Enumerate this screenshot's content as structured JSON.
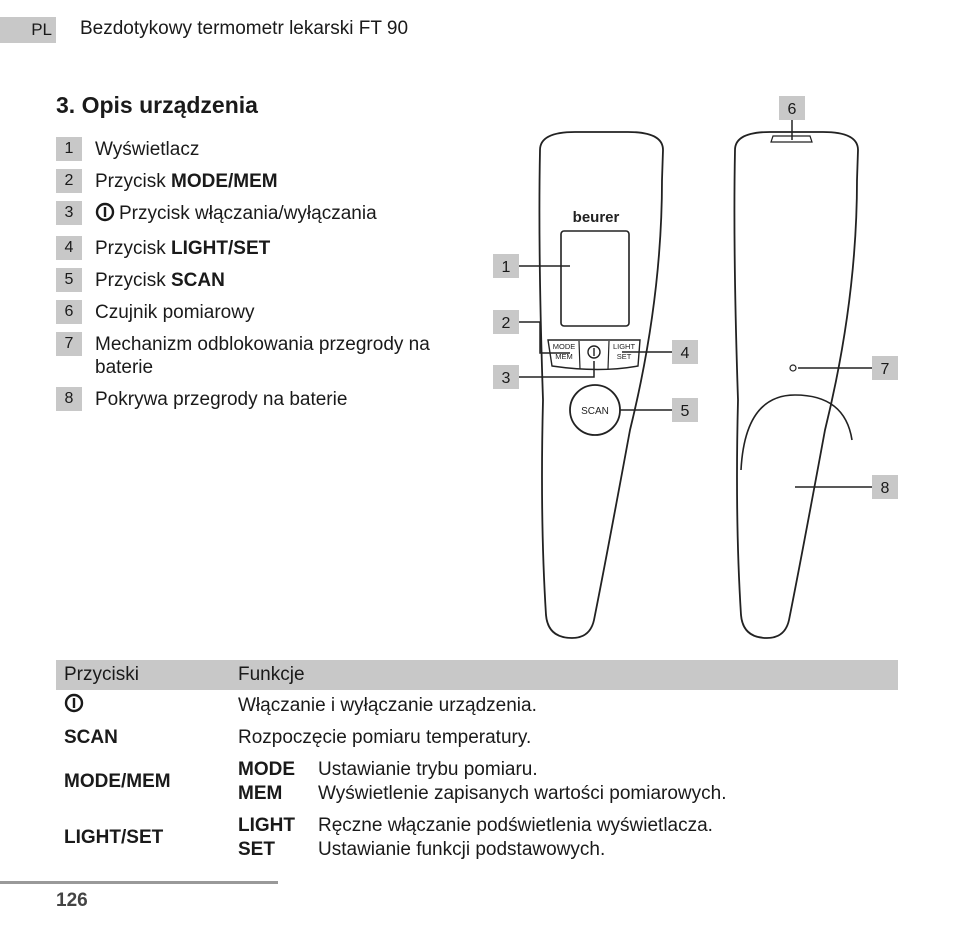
{
  "header": {
    "lang": "PL",
    "title": "Bezdotykowy termometr lekarski FT 90"
  },
  "section": {
    "title": "3. Opis urządzenia"
  },
  "legend": [
    {
      "num": "1",
      "text": "Wyświetlacz"
    },
    {
      "num": "2",
      "prefix": "Przycisk ",
      "bold": "MODE/MEM"
    },
    {
      "num": "3",
      "icon": "power-icon",
      "text": "Przycisk włączania/wyłączania"
    },
    {
      "num": "4",
      "prefix": "Przycisk ",
      "bold": "LIGHT/SET"
    },
    {
      "num": "5",
      "prefix": "Przycisk ",
      "bold": "SCAN"
    },
    {
      "num": "6",
      "text": "Czujnik pomiarowy"
    },
    {
      "num": "7",
      "text": "Mechanizm odblokowania przegrody na baterie"
    },
    {
      "num": "8",
      "text": "Pokrywa przegrody na baterie"
    }
  ],
  "diagram": {
    "brand": "beurer",
    "btn_mode_1": "MODE",
    "btn_mode_2": "MEM",
    "btn_light_1": "LIGHT",
    "btn_light_2": "SET",
    "btn_scan": "SCAN",
    "callouts": [
      "1",
      "2",
      "3",
      "4",
      "5",
      "6",
      "7",
      "8"
    ]
  },
  "table": {
    "headers": [
      "Przyciski",
      "Funkcje"
    ],
    "rows": [
      {
        "icon": "power-icon",
        "func": "Włączanie i wyłączanie urządzenia."
      },
      {
        "button": "SCAN",
        "func": "Rozpoczęcie pomiaru temperatury."
      },
      {
        "button": "MODE/MEM",
        "subs": [
          {
            "key": "MODE",
            "val": "Ustawianie trybu pomiaru."
          },
          {
            "key": "MEM",
            "val": "Wyświetlenie zapisanych wartości pomiarowych."
          }
        ]
      },
      {
        "button": "LIGHT/SET",
        "subs": [
          {
            "key": "LIGHT",
            "val": "Ręczne włączanie podświetlenia wyświetlacza."
          },
          {
            "key": "SET",
            "val": "Ustawianie funkcji podstawowych."
          }
        ]
      }
    ]
  },
  "footer": {
    "page": "126"
  }
}
